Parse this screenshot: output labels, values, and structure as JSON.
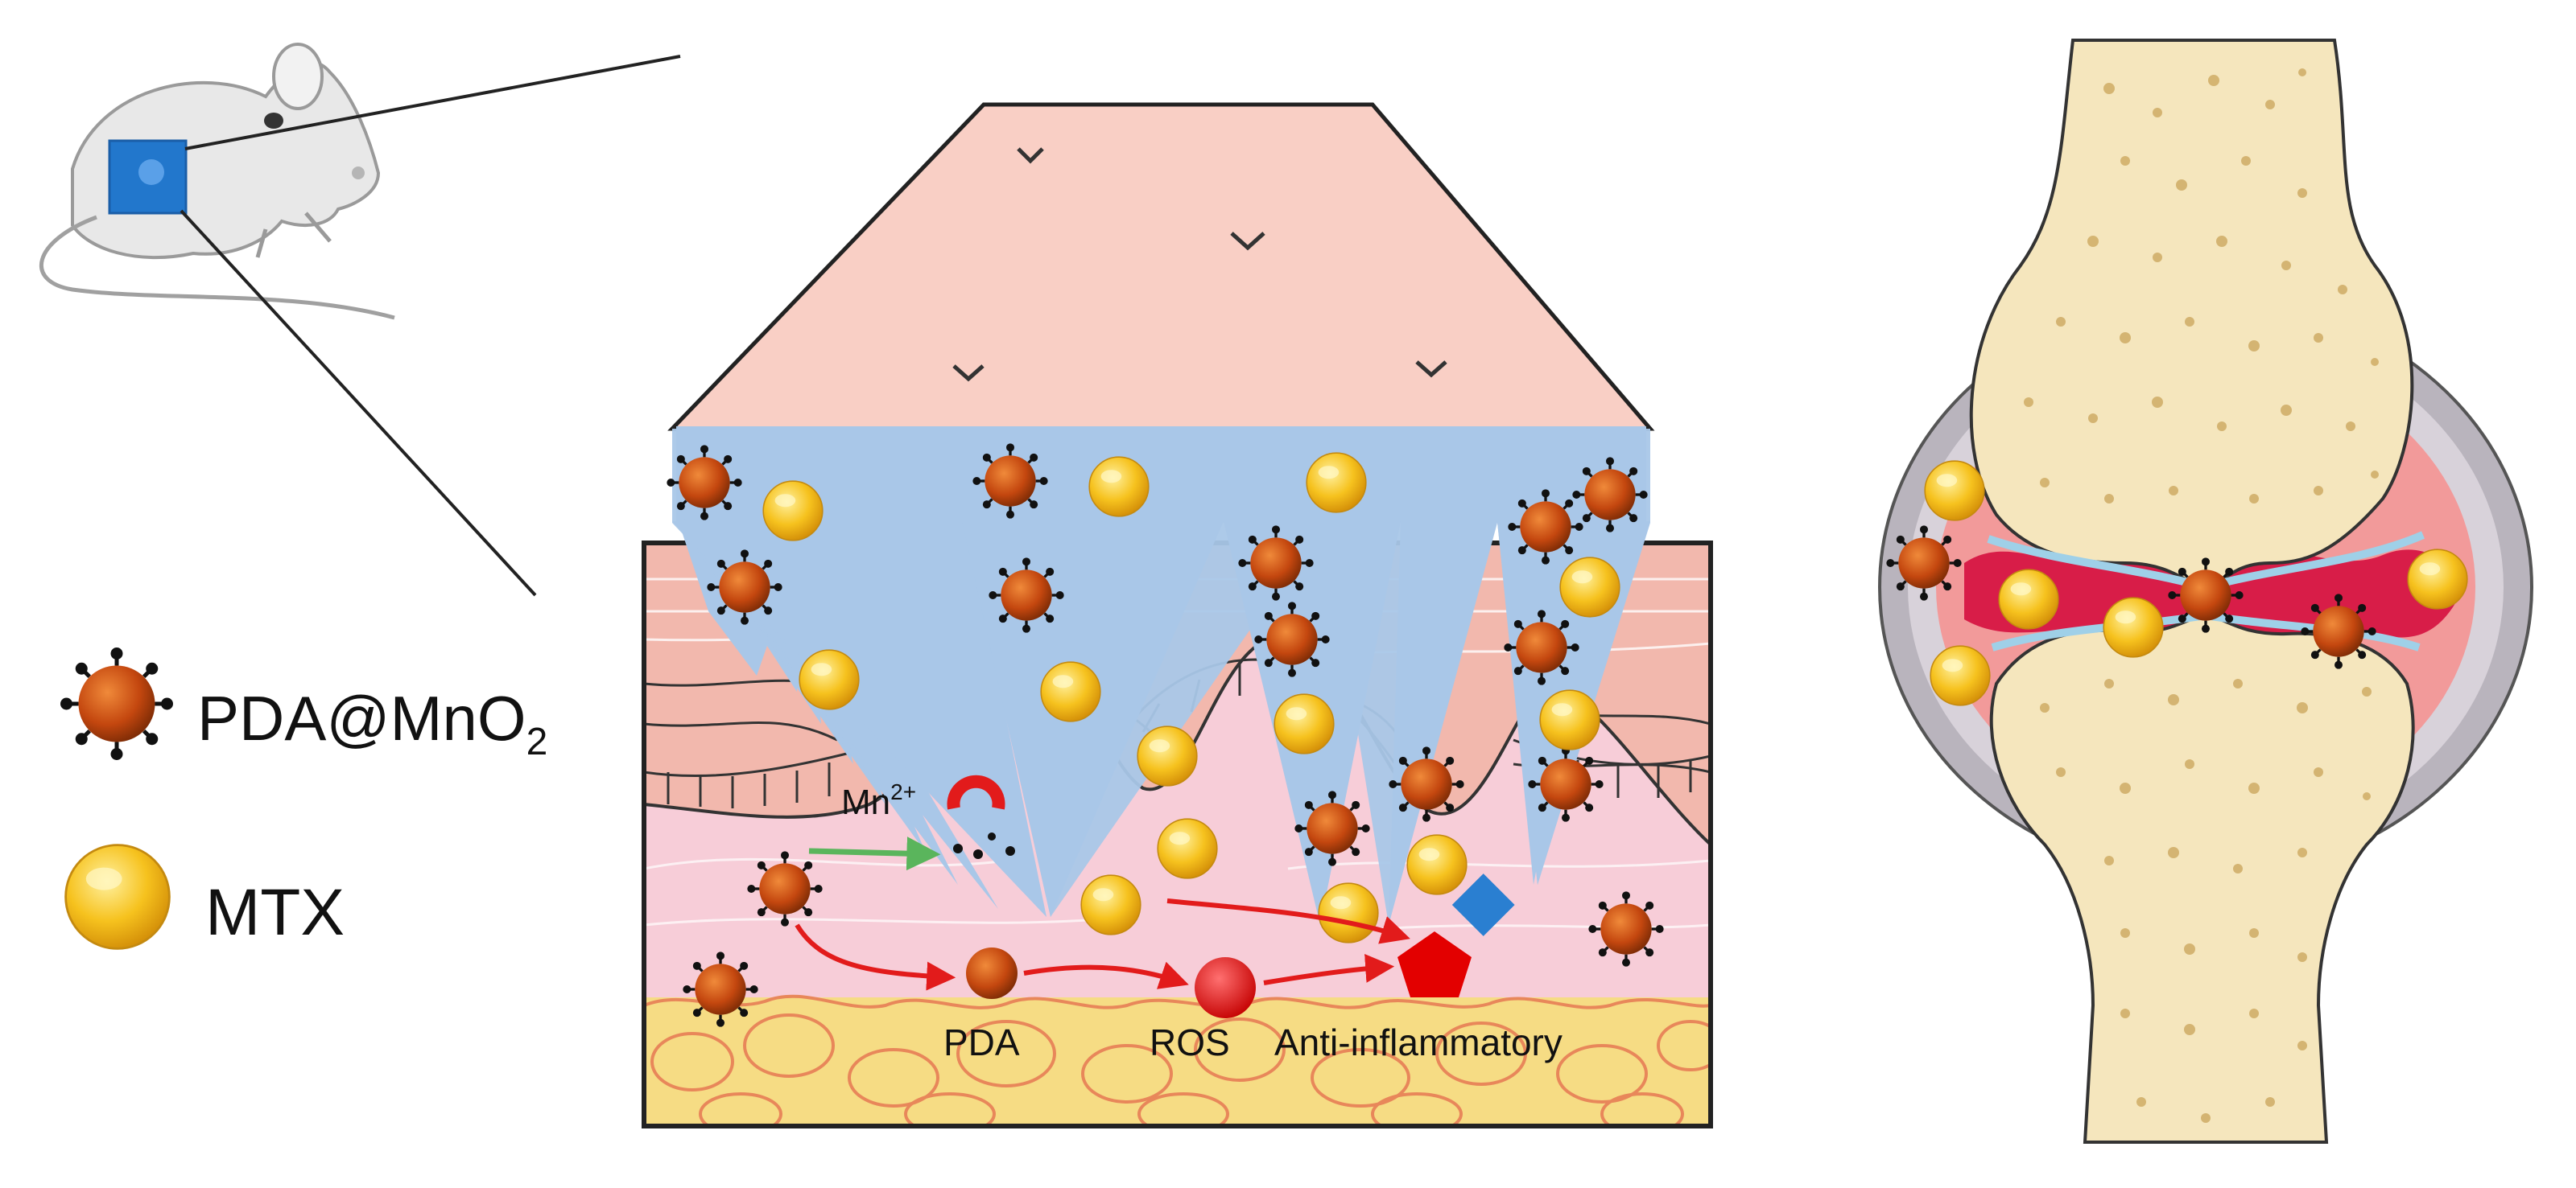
{
  "legend": {
    "particle_label": "PDA@MnO",
    "particle_subscript": "2",
    "drug_label": "MTX"
  },
  "labels": {
    "ion": "Mn",
    "ion_superscript": "2+",
    "pda": "PDA",
    "ros": "ROS",
    "effect": "Anti-inflammatory"
  },
  "colors": {
    "skin_top": "#f9cfc5",
    "microneedle": "#a9c7e8",
    "dermis": "#f7cdd8",
    "fat": "#f6dc84",
    "particle": "#c4470f",
    "drug": "#f3b21c",
    "bone": "#f5e6bd",
    "inflamed": "#d81d48",
    "arrow_red": "#e21b1b",
    "arrow_green": "#5ab55c",
    "patch_blue": "#2277cc"
  },
  "icons": [
    "mouse-icon",
    "microneedle-patch-icon",
    "knee-joint-icon"
  ]
}
